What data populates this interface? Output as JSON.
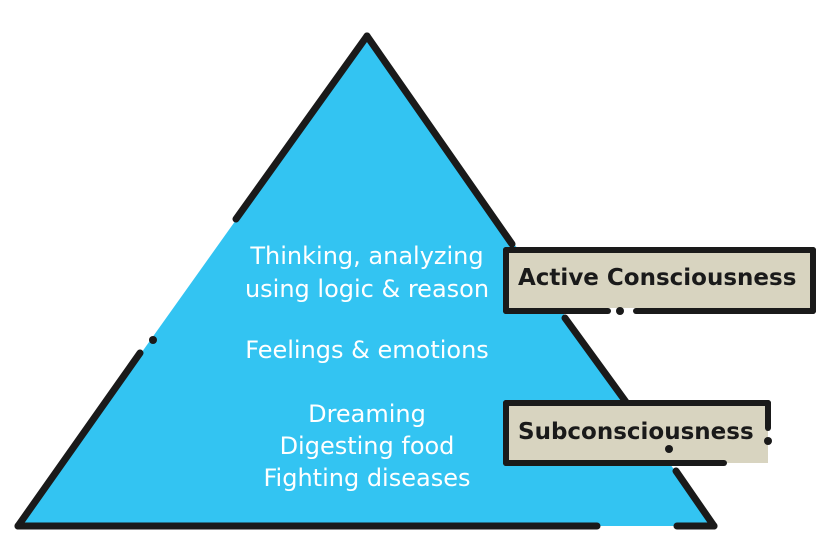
{
  "colors": {
    "pyramid_fill": "#33c4f2",
    "outline": "#1a1a1a",
    "label_fill": "#d8d4c0",
    "text_on_pyramid": "#ffffff"
  },
  "pyramid": {
    "top_level": [
      "Thinking, analyzing",
      "using logic & reason"
    ],
    "middle_level": [
      "Feelings & emotions"
    ],
    "bottom_level": [
      "Dreaming",
      "Digesting food",
      "Fighting diseases"
    ]
  },
  "labels": {
    "active": "Active Consciousness",
    "sub": "Subconsciousness"
  }
}
